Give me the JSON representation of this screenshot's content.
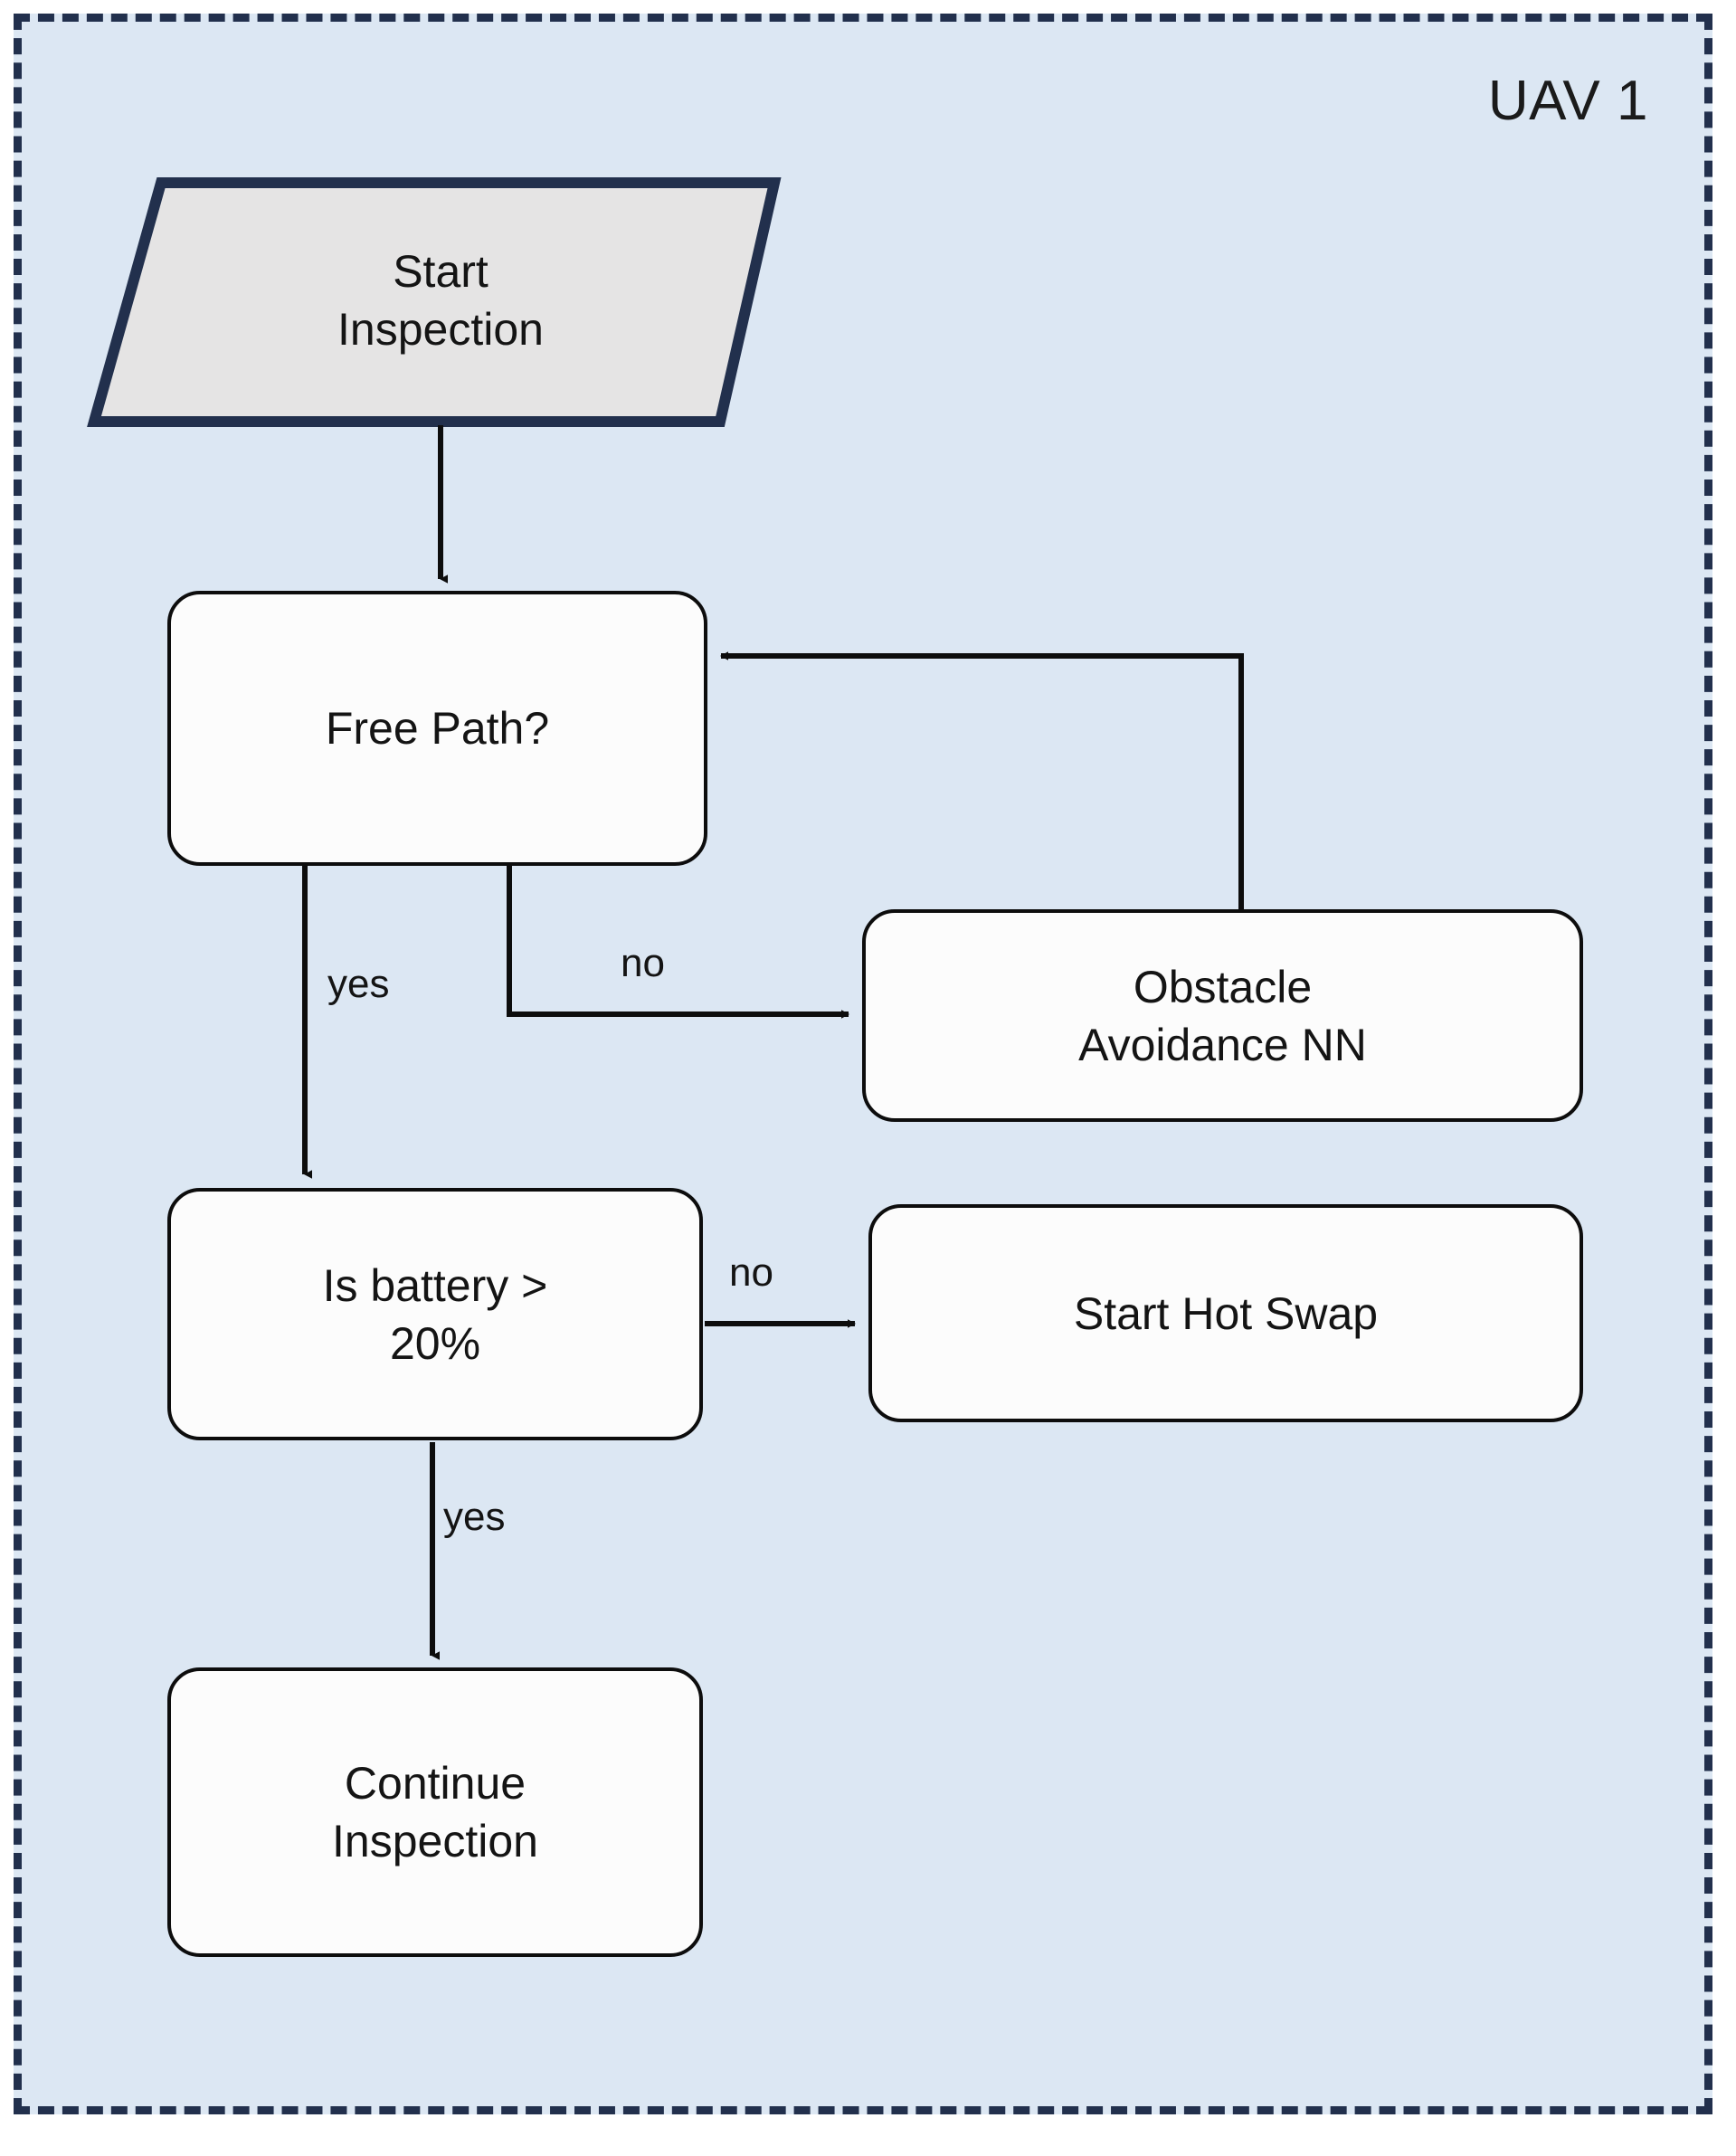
{
  "panel": {
    "title": "UAV 1",
    "background_color": "#dce7f3",
    "border_color": "#22304d",
    "border_style": "dashed"
  },
  "diagram": {
    "type": "flowchart",
    "nodes": [
      {
        "id": "start",
        "label": "Start\nInspection",
        "line1": "Start",
        "line2": "Inspection",
        "shape": "parallelogram",
        "fill": "#e5e4e4",
        "stroke": "#22304d"
      },
      {
        "id": "freepath",
        "label": "Free Path?",
        "line1": "Free Path?",
        "line2": "",
        "shape": "rounded-rectangle",
        "fill": "#fcfcfc",
        "stroke": "#0d0d0d"
      },
      {
        "id": "obstacle",
        "label": "Obstacle\nAvoidance NN",
        "line1": "Obstacle",
        "line2": "Avoidance NN",
        "shape": "rounded-rectangle",
        "fill": "#fcfcfc",
        "stroke": "#0d0d0d"
      },
      {
        "id": "battery",
        "label": "Is battery >\n20%",
        "line1": "Is battery >",
        "line2": "20%",
        "shape": "rounded-rectangle",
        "fill": "#fcfcfc",
        "stroke": "#0d0d0d"
      },
      {
        "id": "hotswap",
        "label": "Start Hot Swap",
        "line1": "Start Hot Swap",
        "line2": "",
        "shape": "rounded-rectangle",
        "fill": "#fcfcfc",
        "stroke": "#0d0d0d"
      },
      {
        "id": "continue",
        "label": "Continue\nInspection",
        "line1": "Continue",
        "line2": "Inspection",
        "shape": "rounded-rectangle",
        "fill": "#fcfcfc",
        "stroke": "#0d0d0d"
      }
    ],
    "edges": [
      {
        "from": "start",
        "to": "freepath",
        "label": ""
      },
      {
        "from": "freepath",
        "to": "battery",
        "label": "yes"
      },
      {
        "from": "freepath",
        "to": "obstacle",
        "label": "no"
      },
      {
        "from": "obstacle",
        "to": "freepath",
        "label": ""
      },
      {
        "from": "battery",
        "to": "hotswap",
        "label": "no"
      },
      {
        "from": "battery",
        "to": "continue",
        "label": "yes"
      }
    ],
    "edge_labels": {
      "freepath_yes": "yes",
      "freepath_no": "no",
      "battery_no": "no",
      "battery_yes": "yes"
    }
  }
}
